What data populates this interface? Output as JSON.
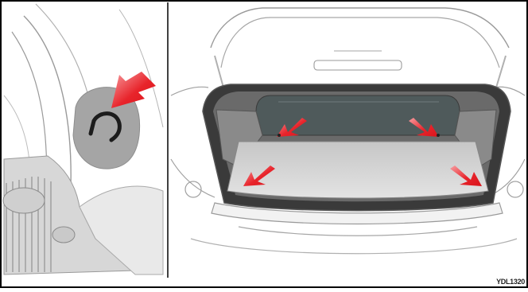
{
  "figure": {
    "left_panel": "trunk-lid-hook-detail",
    "right_panel": "open-trunk-tie-down-points",
    "arrow_color": "#e8242b",
    "pointer_icon": "arrow-icon"
  },
  "reference_code": "YDL1320"
}
